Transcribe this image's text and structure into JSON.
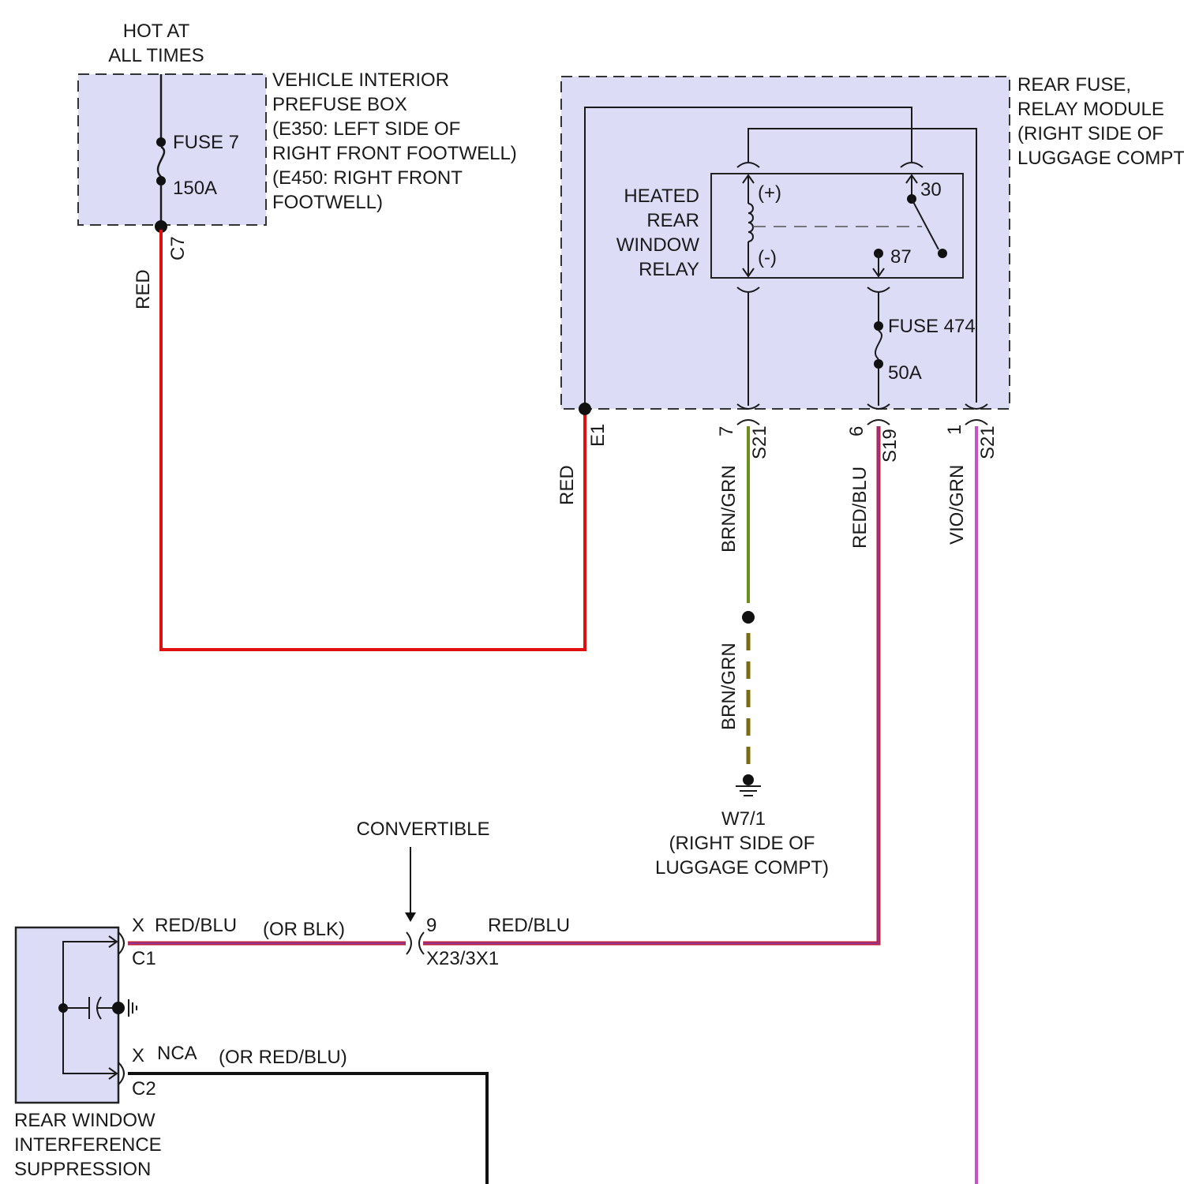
{
  "colors": {
    "red": "#e01010",
    "brn_grn": "#6b8f1c",
    "brn_grn_dashed": "#7a6a10",
    "red_blu": "#c0203a",
    "red_blu_inner": "#7a40c0",
    "vio_grn": "#c850c8",
    "black": "#111111",
    "box_fill": "#dcdcf7"
  },
  "hot_at_all_times": [
    "HOT AT",
    "ALL TIMES"
  ],
  "prefuse_box": {
    "label_lines": [
      "VEHICLE INTERIOR",
      "PREFUSE BOX",
      "(E350: LEFT SIDE OF",
      "RIGHT FRONT FOOTWELL)",
      "(E450: RIGHT FRONT",
      "FOOTWELL)"
    ],
    "fuse_name": "FUSE 7",
    "fuse_rating": "150A",
    "connector": "C7"
  },
  "rear_module": {
    "label_lines": [
      "REAR FUSE,",
      "RELAY MODULE",
      "(RIGHT SIDE OF",
      "LUGGAGE COMPT"
    ],
    "relay_label_lines": [
      "HEATED",
      "REAR",
      "WINDOW",
      "RELAY"
    ],
    "coil_plus": "(+)",
    "coil_minus": "(-)",
    "pin_30": "30",
    "pin_87": "87",
    "fuse_name": "FUSE 474",
    "fuse_rating": "50A",
    "pins": [
      {
        "connector": "E1",
        "pin": ""
      },
      {
        "connector": "S21",
        "pin": "7"
      },
      {
        "connector": "S19",
        "pin": "6"
      },
      {
        "connector": "S21",
        "pin": "1"
      }
    ]
  },
  "wires": {
    "red_1": "RED",
    "red_2": "RED",
    "brn_grn_1": "BRN/GRN",
    "brn_grn_2": "BRN/GRN",
    "red_blu_vertical": "RED/BLU",
    "vio_grn": "VIO/GRN",
    "red_blu_horizontal": "RED/BLU",
    "red_blu_c1": "RED/BLU",
    "or_blk": "(OR BLK)",
    "nca": "NCA",
    "or_red_blu": "(OR RED/BLU)"
  },
  "ground": {
    "name": "W7/1",
    "location_lines": [
      "(RIGHT SIDE OF",
      "LUGGAGE COMPT)"
    ]
  },
  "inline_connector": {
    "note": "CONVERTIBLE",
    "pin": "9",
    "name": "X23/3X1"
  },
  "suppression": {
    "label_lines": [
      "REAR WINDOW",
      "INTERFERENCE",
      "SUPPRESSION"
    ],
    "c1_marker": "X",
    "c1": "C1",
    "c2_marker": "X",
    "c2": "C2"
  }
}
